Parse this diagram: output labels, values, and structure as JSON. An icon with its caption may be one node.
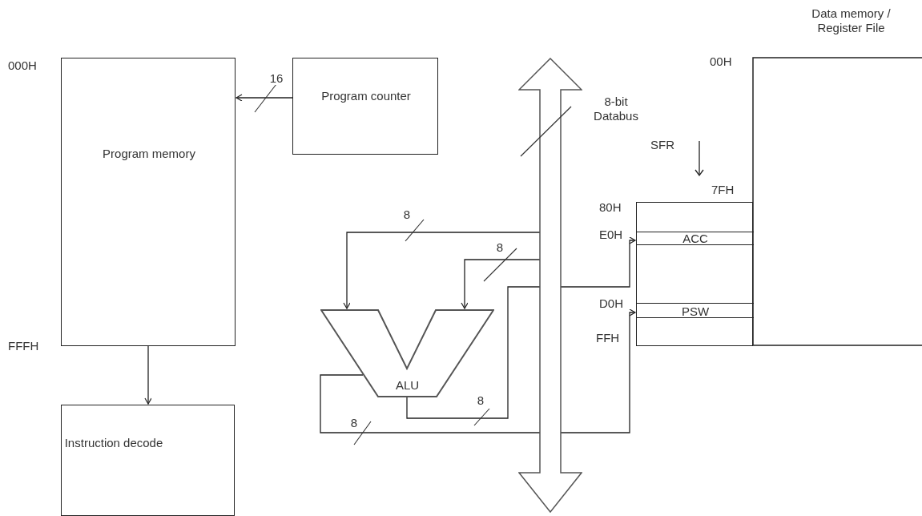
{
  "diagram": {
    "nodes": [
      {
        "text": [
          "Program memory"
        ],
        "beside": [
          "000H",
          "FFFH"
        ]
      },
      {
        "text": [
          "Program counter"
        ]
      },
      {
        "text": [
          "Instruction decode"
        ]
      },
      {
        "text": [],
        "shape": "arrow",
        "beside": [
          "8-bit Databus"
        ]
      },
      {
        "text": [
          "ALU"
        ]
      },
      {
        "text": [
          "Data memory / Register File"
        ],
        "beside": [
          "00H",
          "7FH"
        ]
      },
      {
        "text": [],
        "shape": "box",
        "beside": [
          "80H",
          "FFH"
        ]
      },
      {
        "text": [
          "ACC"
        ],
        "in": 6,
        "beside": [
          "E0H"
        ]
      },
      {
        "text": [
          "PSW"
        ],
        "in": 6,
        "beside": [
          "D0H"
        ]
      }
    ],
    "edges": [
      {
        "from": 1,
        "to": 0,
        "arrow": "to",
        "label": "16"
      },
      {
        "from": 0,
        "to": 2,
        "arrow": "to"
      },
      {
        "from": 3,
        "to": 4,
        "arrow": "to",
        "label": "8"
      },
      {
        "from": 3,
        "to": 4,
        "arrow": "to",
        "label": "8"
      },
      {
        "from": 4,
        "to": 3,
        "arrow": "none",
        "label": "8"
      },
      {
        "from": 3,
        "to": 7,
        "arrow": "to"
      },
      {
        "from": 4,
        "to": 3,
        "arrow": "none",
        "label": "8"
      },
      {
        "from": 3,
        "to": 8,
        "arrow": "to"
      }
    ],
    "labels": [
      "SFR"
    ]
  }
}
